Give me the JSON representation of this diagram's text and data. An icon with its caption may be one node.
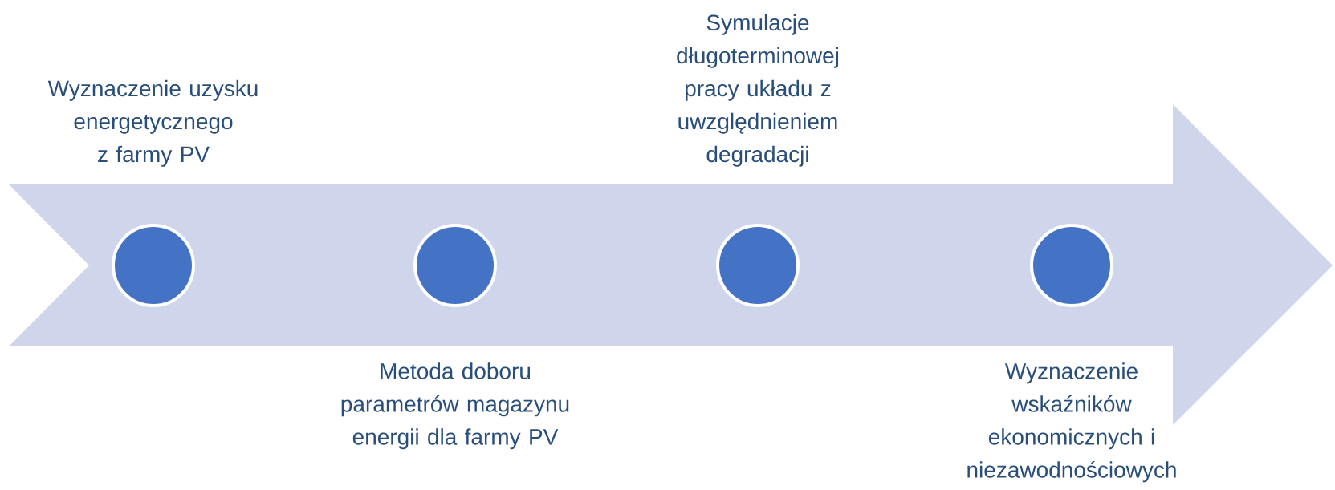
{
  "diagram": {
    "nodes": [
      {
        "text": [],
        "shape": "circle",
        "beside": [
          "Wyznaczenie uzysku energetycznego z farmy PV"
        ]
      },
      {
        "text": [],
        "shape": "circle",
        "beside": [
          "Metoda doboru parametrów magazynu energii dla farmy PV"
        ]
      },
      {
        "text": [],
        "shape": "circle",
        "beside": [
          "Symulacje długoterminowej pracy układu z uwzględnieniem degradacji"
        ]
      },
      {
        "text": [],
        "shape": "circle",
        "beside": [
          "Wyznaczenie wskaźników ekonomicznych i niezawodnościowych"
        ]
      }
    ]
  }
}
